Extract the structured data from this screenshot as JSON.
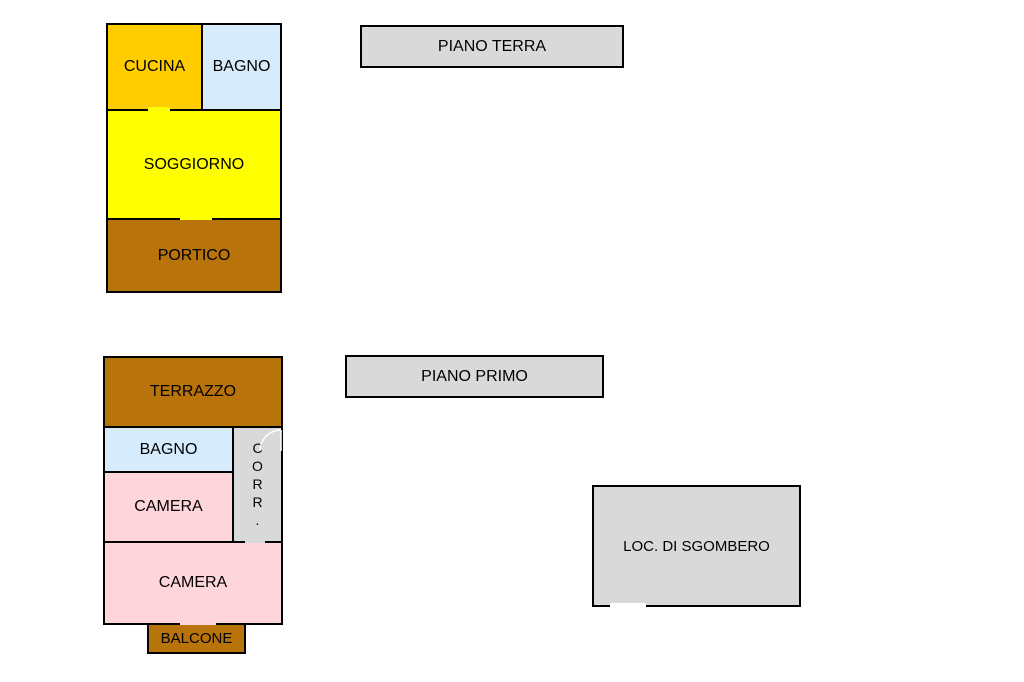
{
  "labels": {
    "piano_terra": "PIANO TERRA",
    "piano_primo": "PIANO PRIMO"
  },
  "ground_floor": {
    "cucina": "CUCINA",
    "bagno": "BAGNO",
    "soggiorno": "SOGGIORNO",
    "portico": "PORTICO"
  },
  "first_floor": {
    "terrazzo": "TERRAZZO",
    "bagno": "BAGNO",
    "corridoio": "CORR.",
    "camera_small": "CAMERA",
    "camera_large": "CAMERA",
    "balcone": "BALCONE"
  },
  "storage": {
    "label": "LOC. DI SGOMBERO"
  },
  "colors": {
    "cucina": "#ffcc00",
    "bagno": "#d6ebfb",
    "soggiorno": "#ffff00",
    "portico": "#b8730a",
    "terrazzo": "#b8730a",
    "camera": "#ffd5dc",
    "corridoio": "#d9d9d9",
    "balcone": "#b8730a",
    "label_box": "#d9d9d9",
    "storage": "#d9d9d9"
  }
}
